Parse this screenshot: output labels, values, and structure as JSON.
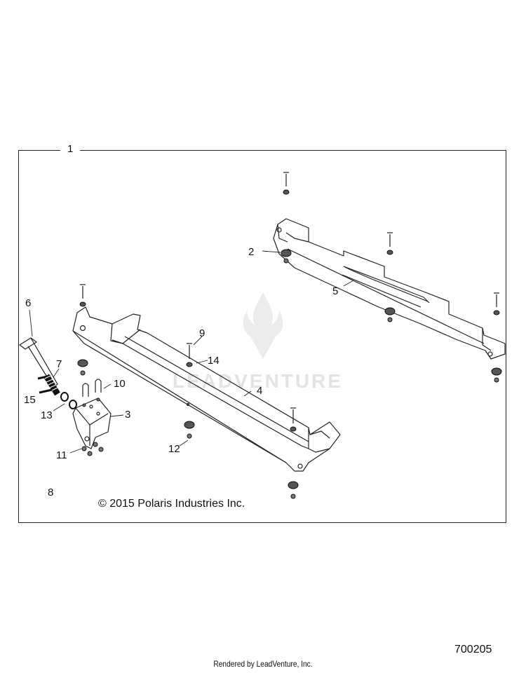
{
  "frame_label": "1",
  "callouts": {
    "c2": "2",
    "c3": "3",
    "c4": "4",
    "c5": "5",
    "c6": "6",
    "c7": "7",
    "c8": "8",
    "c9": "9",
    "c10": "10",
    "c11": "11",
    "c12": "12",
    "c13": "13",
    "c14": "14",
    "c15": "15"
  },
  "copyright": "© 2015 Polaris Industries Inc.",
  "figure_number": "700205",
  "rendered_by": "Rendered by LeadVenture, Inc.",
  "watermark": "LEADVENTURE"
}
